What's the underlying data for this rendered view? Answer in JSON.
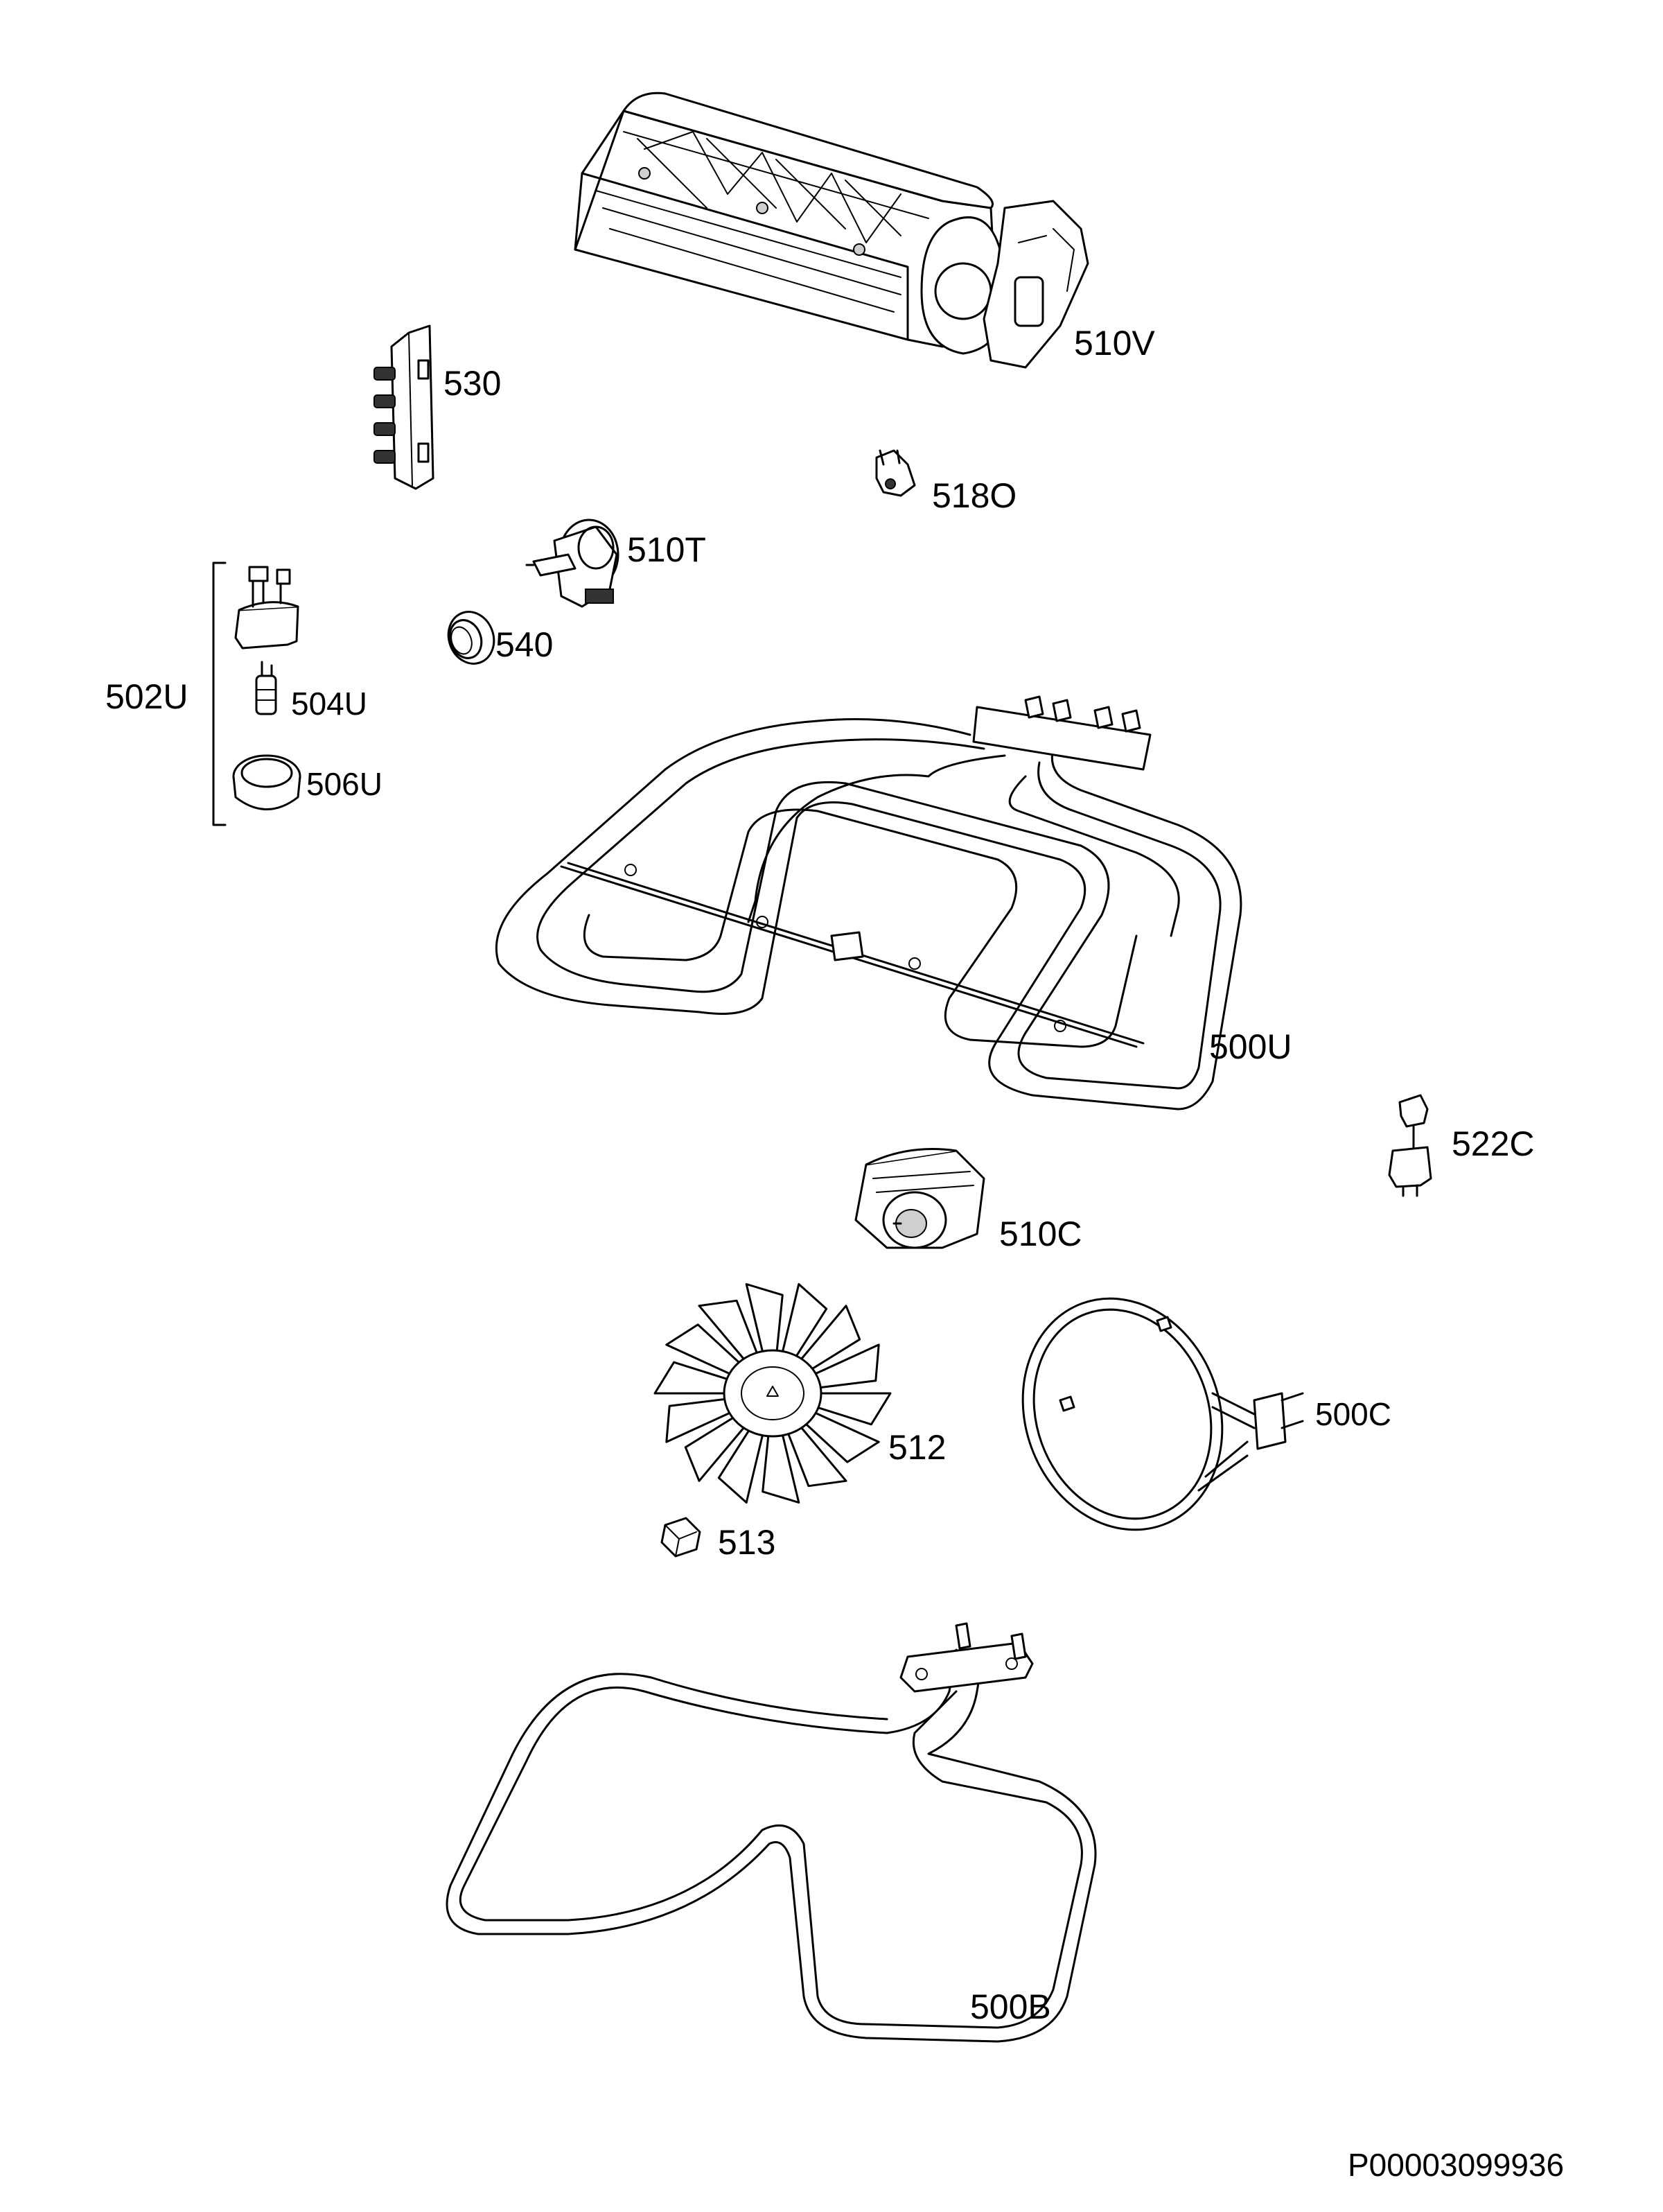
{
  "diagram": {
    "parts": {
      "fan_housing": {
        "label": "510V",
        "icon": "tangential-fan-icon"
      },
      "terminal_block": {
        "label": "530",
        "icon": "terminal-block-icon"
      },
      "thermostat_small": {
        "label": "518O",
        "icon": "safety-thermostat-icon"
      },
      "motor_small": {
        "label": "510T",
        "icon": "small-motor-icon"
      },
      "gasket": {
        "label": "540",
        "icon": "gasket-ring-icon"
      },
      "lamp_group": {
        "label": "502U",
        "icon": "bracket-icon"
      },
      "lamp_holder": {
        "label": "504U",
        "icon": "lamp-bulb-icon"
      },
      "lamp_cover": {
        "label": "506U",
        "icon": "lamp-cover-icon"
      },
      "top_grill_element": {
        "label": "500U",
        "icon": "grill-heating-element-icon"
      },
      "thermostat_c": {
        "label": "522C",
        "icon": "thermostat-icon"
      },
      "convection_motor": {
        "label": "510C",
        "icon": "fan-motor-icon"
      },
      "fan_blade": {
        "label": "512",
        "icon": "fan-blade-icon"
      },
      "fan_nut": {
        "label": "513",
        "icon": "nut-icon"
      },
      "ring_element": {
        "label": "500C",
        "icon": "ring-heating-element-icon"
      },
      "bottom_element": {
        "label": "500B",
        "icon": "bottom-heating-element-icon"
      }
    },
    "reference_code": "P00003099936"
  }
}
